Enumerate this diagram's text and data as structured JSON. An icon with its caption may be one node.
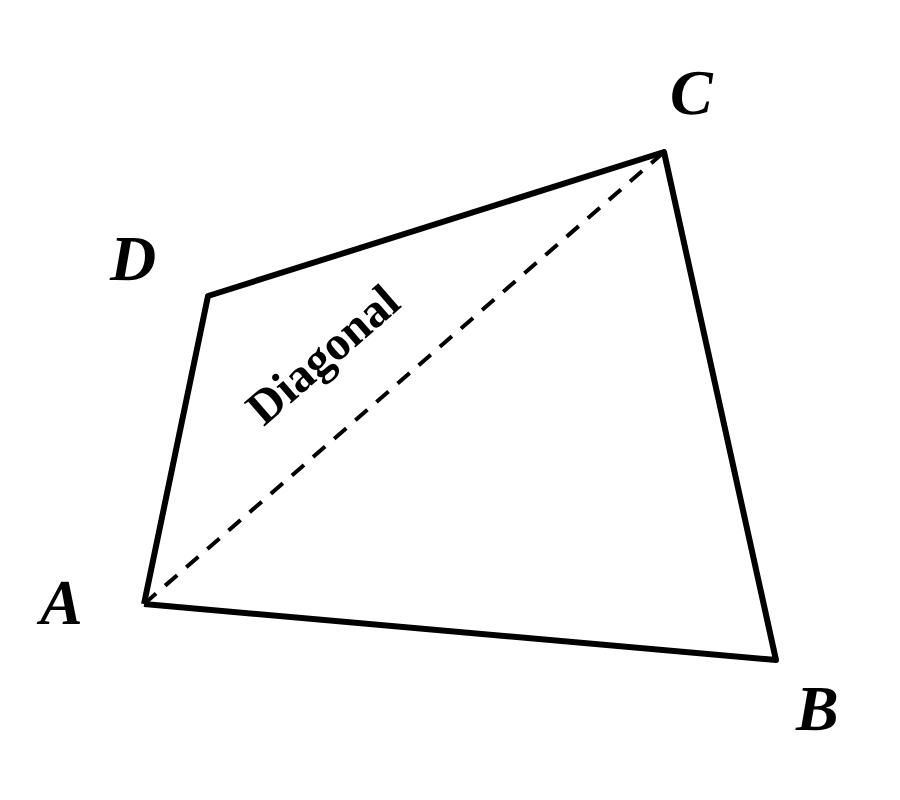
{
  "diagram": {
    "labels": [
      "C",
      "D",
      "Diagonal",
      "A",
      "B"
    ]
  }
}
